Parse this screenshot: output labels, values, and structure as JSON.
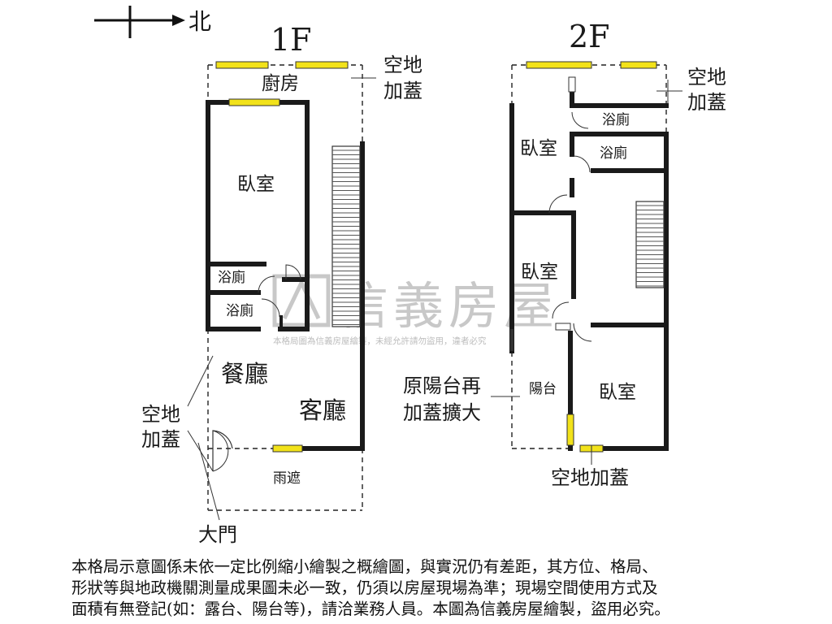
{
  "compass": {
    "north_label": "北"
  },
  "floors": {
    "f1": {
      "title": "1F",
      "rooms": {
        "kitchen": "廚房",
        "bedroom": "臥室",
        "bath_upper": "浴廁",
        "bath_lower": "浴廁",
        "dining": "餐廳",
        "living": "客廳",
        "canopy": "雨遮"
      },
      "annotations": {
        "addition_top": [
          "空地",
          "加蓋"
        ],
        "addition_left": [
          "空地",
          "加蓋"
        ],
        "main_door": "大門"
      }
    },
    "f2": {
      "title": "2F",
      "rooms": {
        "bedroom_top": "臥室",
        "bath_top": "浴廁",
        "bath_mid": "浴廁",
        "bedroom_mid": "臥室",
        "balcony": "陽台",
        "bedroom_bottom": "臥室"
      },
      "annotations": {
        "addition_top": [
          "空地",
          "加蓋"
        ],
        "balcony_expand": [
          "原陽台再",
          "加蓋擴大"
        ],
        "addition_bottom": "空地加蓋"
      }
    }
  },
  "watermark": {
    "brand": "信義房屋",
    "notice": "本格局圖為信義房屋繪製，未經允許請勿盜用，違者必究"
  },
  "disclaimer": {
    "lines": [
      "本格局示意圖係未依一定比例縮小繪製之概繪圖，與實況仍有差距，其方位、格局、",
      "形狀等與地政機關測量成果圖未必一致，仍須以房屋現場為準；現場空間使用方式及",
      "面積有無登記(如：露台、陽台等)，請洽業務人員。本圖為信義房屋繪製，盜用必究。"
    ]
  },
  "colors": {
    "wall": "#1a1a1a",
    "window": "#f2e21a",
    "watermark": "#c8c8c8"
  }
}
